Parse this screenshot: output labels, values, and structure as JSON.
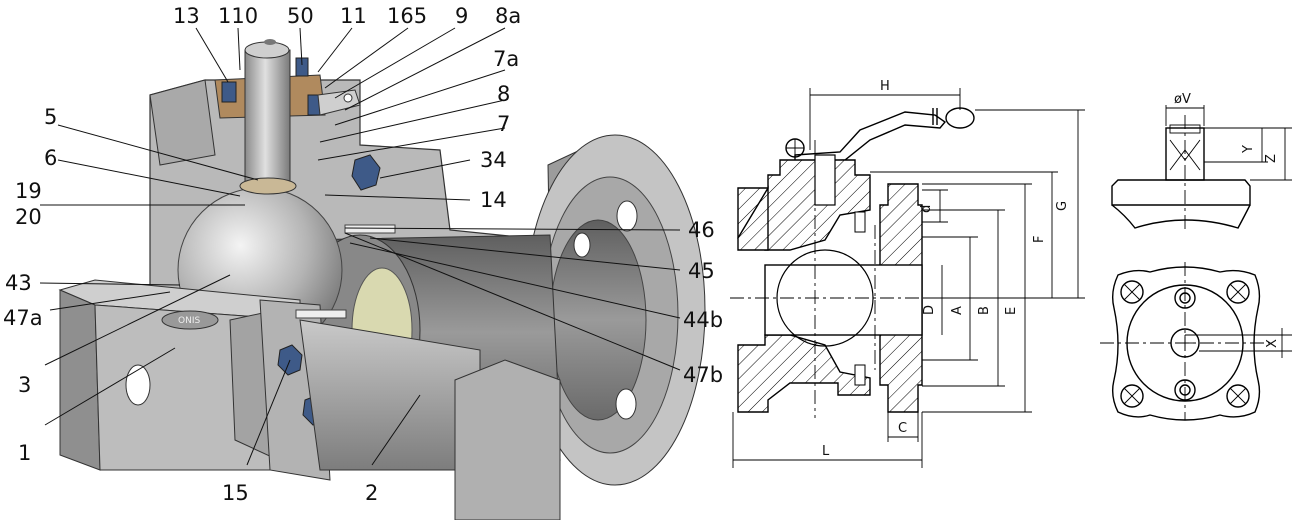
{
  "cutaway": {
    "callouts": [
      {
        "id": "c13",
        "text": "13"
      },
      {
        "id": "c110",
        "text": "110"
      },
      {
        "id": "c50",
        "text": "50"
      },
      {
        "id": "c11",
        "text": "11"
      },
      {
        "id": "c165",
        "text": "165"
      },
      {
        "id": "c9",
        "text": "9"
      },
      {
        "id": "c8a",
        "text": "8a"
      },
      {
        "id": "c7a",
        "text": "7a"
      },
      {
        "id": "c8",
        "text": "8"
      },
      {
        "id": "c7",
        "text": "7"
      },
      {
        "id": "c5",
        "text": "5"
      },
      {
        "id": "c6",
        "text": "6"
      },
      {
        "id": "c34",
        "text": "34"
      },
      {
        "id": "c19",
        "text": "19"
      },
      {
        "id": "c20",
        "text": "20"
      },
      {
        "id": "c14",
        "text": "14"
      },
      {
        "id": "c46",
        "text": "46"
      },
      {
        "id": "c45",
        "text": "45"
      },
      {
        "id": "c43",
        "text": "43"
      },
      {
        "id": "c47a",
        "text": "47a"
      },
      {
        "id": "c44b",
        "text": "44b"
      },
      {
        "id": "c3",
        "text": "3"
      },
      {
        "id": "c47b",
        "text": "47b"
      },
      {
        "id": "c1",
        "text": "1"
      },
      {
        "id": "c15",
        "text": "15"
      },
      {
        "id": "c2",
        "text": "2"
      }
    ],
    "body_marking": "ONIS"
  },
  "section_drawing": {
    "dimensions": {
      "H": "H",
      "G": "G",
      "F": "F",
      "E": "E",
      "B": "B",
      "A": "A",
      "D": "D",
      "d": "d",
      "L": "L",
      "C": "C"
    }
  },
  "detail_drawing": {
    "dimensions": {
      "V": "øV",
      "Y": "Y",
      "Z": "Z",
      "X": "X"
    }
  }
}
